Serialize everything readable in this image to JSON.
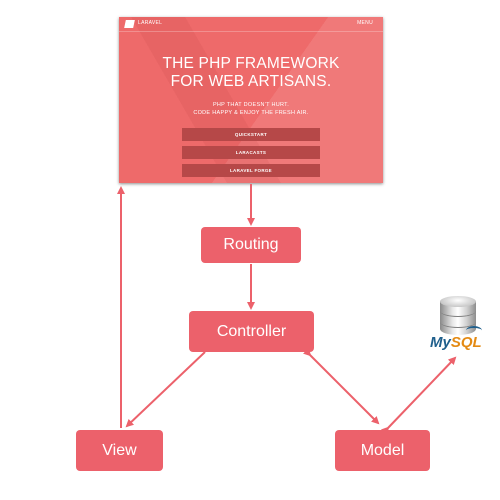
{
  "screenshot": {
    "logo_text": "LARAVEL",
    "menu_label": "MENU",
    "headline_line1": "THE PHP FRAMEWORK",
    "headline_line2": "FOR WEB ARTISANS.",
    "sub_line1": "PHP THAT DOESN'T HURT.",
    "sub_line2": "CODE HAPPY & ENJOY THE FRESH AIR.",
    "buttons": [
      "QUICKSTART",
      "LARACASTS",
      "LARAVEL FORGE"
    ]
  },
  "nodes": {
    "routing": "Routing",
    "controller": "Controller",
    "view": "View",
    "model": "Model"
  },
  "database": {
    "label_my": "My",
    "label_sql": "SQL",
    "icon": "mysql-database-icon"
  },
  "colors": {
    "node_fill": "#ec616b",
    "arrow": "#ec616b",
    "screenshot_bg": "#ee6a6a",
    "screenshot_button": "#b64848",
    "mysql_blue": "#1f5f8c",
    "mysql_orange": "#e48a13"
  }
}
